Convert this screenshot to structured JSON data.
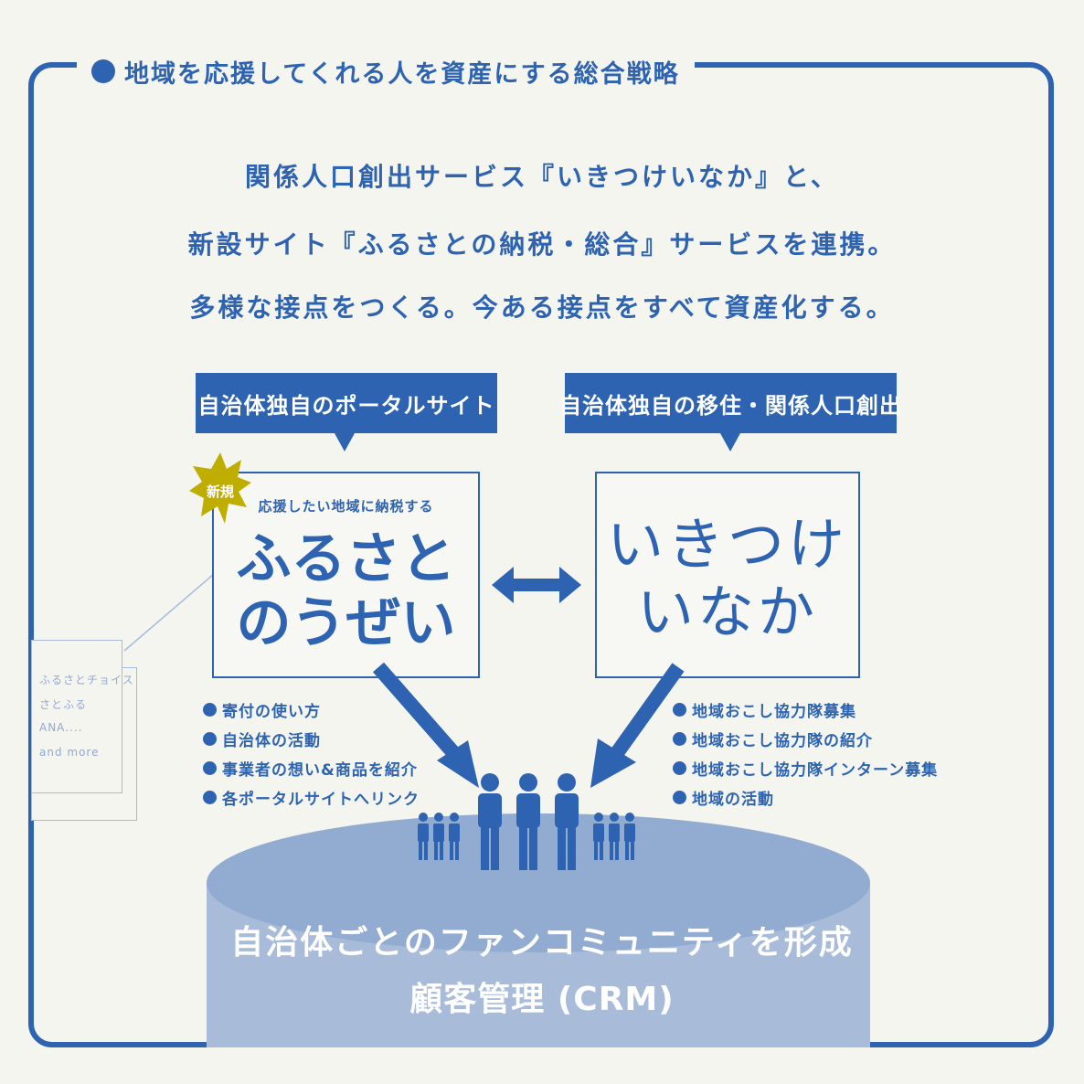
{
  "title": "地域を応援してくれる人を資産にする総合戦略",
  "headlines": [
    "関係人口創出サービス『いきつけいなか』と、",
    "新設サイト『ふるさとの納税・総合』サービスを連携。",
    "多様な接点をつくる。今ある接点をすべて資産化する。"
  ],
  "left_tag": "自治体独自のポータルサイト",
  "right_tag": "自治体独自の移住・関係人口創出",
  "new_badge": "新規",
  "left_card": {
    "subtitle": "応援したい地域に納税する",
    "line1": "ふるさと",
    "line2": "のうぜい"
  },
  "right_card": {
    "line1": "いきつけ",
    "line2": "いなか"
  },
  "side_list": [
    "ふるさとチョイス",
    "さとふる",
    "ANA....",
    "and more"
  ],
  "left_bullets": [
    "寄付の使い方",
    "自治体の活動",
    "事業者の想い&商品を紹介",
    "各ポータルサイトへリンク"
  ],
  "right_bullets": [
    "地域おこし協力隊募集",
    "地域おこし協力隊の紹介",
    "地域おこし協力隊インターン募集",
    "地域の活動"
  ],
  "crm": {
    "line1": "自治体ごとのファンコミュニティを形成",
    "line2": "顧客管理 (CRM)"
  },
  "colors": {
    "primary": "#2d63b0",
    "background": "#f5f5f0",
    "badge": "#bfae00",
    "cylinder_body": "#a8bcda",
    "cylinder_top": "#7f9dcb"
  }
}
